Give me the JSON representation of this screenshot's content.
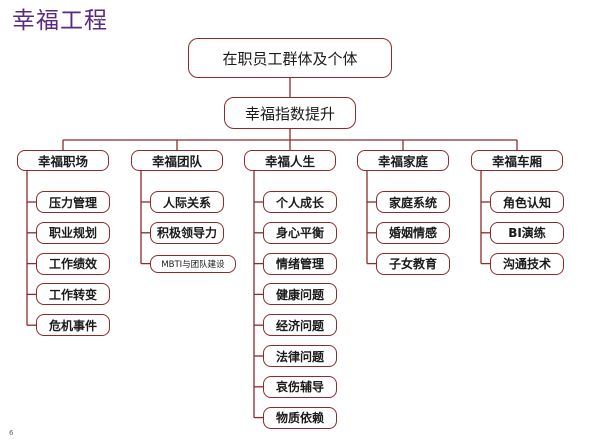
{
  "title": "幸福工程",
  "root": "在职员工群体及个体",
  "level2": "幸福指数提升",
  "categories": [
    {
      "label": "幸福职场",
      "items": [
        "压力管理",
        "职业规划",
        "工作绩效",
        "工作转变",
        "危机事件"
      ]
    },
    {
      "label": "幸福团队",
      "items": [
        "人际关系",
        "积极领导力",
        "MBTI与团队建设"
      ]
    },
    {
      "label": "幸福人生",
      "items": [
        "个人成长",
        "身心平衡",
        "情绪管理",
        "健康问题",
        "经济问题",
        "法律问题",
        "哀伤辅导",
        "物质依赖"
      ]
    },
    {
      "label": "幸福家庭",
      "items": [
        "家庭系统",
        "婚姻情感",
        "子女教育"
      ]
    },
    {
      "label": "幸福车厢",
      "items": [
        "角色认知",
        "BI演练",
        "沟通技术"
      ]
    }
  ],
  "page_number": "6",
  "colors": {
    "title": "#5a2a82",
    "border": "#8e2a2a",
    "line": "#8e2a2a"
  }
}
